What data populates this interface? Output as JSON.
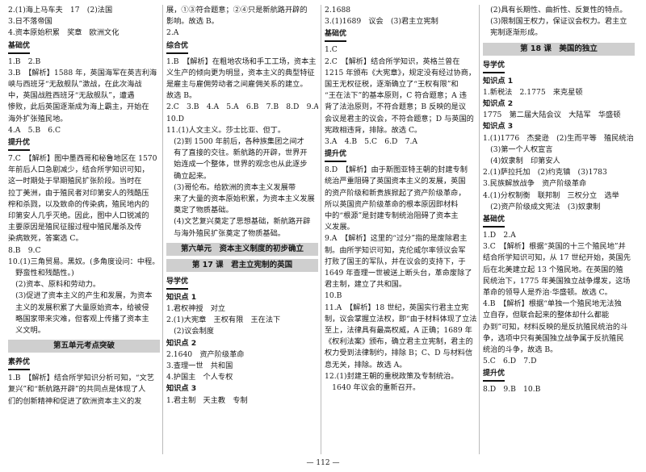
{
  "columns": [
    {
      "blocks": [
        {
          "type": "text",
          "lines": [
            "2.(1)海上马车夫　17　(2)法国",
            "3.日不落帝国",
            "4.资本原始积累　奖章　欧洲文化"
          ]
        },
        {
          "type": "tag",
          "text": "基础优"
        },
        {
          "type": "text",
          "lines": [
            "1.B　2.B",
            "3.B　【解析】1588 年，英国海军在英吉利海",
            "峡与西班牙“无敌舰队”激战，在此次海战",
            "中，英国战胜西班牙“无敌舰队”，遭遇",
            "惨败，此后英国逐渐成为海上霸主，开始在",
            "海外扩张殖民地。",
            "4.A　5.B　6.C"
          ]
        },
        {
          "type": "tag",
          "text": "提升优"
        },
        {
          "type": "text",
          "lines": [
            "7.C　【解析】图中墨西哥和秘鲁地区在 1570",
            "年前后人口急剧减少，结合所学知识可知，",
            "这一时期处于早期殖民扩张阶段。当时在",
            "拉丁美洲，由于殖民者对印第安人的残酷压",
            "榨和杀戮，以及致命的传染病，殖民地内的",
            "印第安人几乎灭绝。因此，图中人口锐减的",
            "主要原因是殖民征服过程中殖民屠杀及传",
            "染病致死，答案选 C。",
            "8.B　9.C",
            "10.(1)三角贸易。黑奴。(多角度设问：中程。",
            "　野蛮性和残酷性。)",
            "　(2)资本、原料和劳动力。",
            "　(3)促进了资本主义的产生和发展，为资本",
            "　主义的发展积累了大量原始资本，给被侵",
            "　略国家带来灾难，但客观上传播了资本主",
            "　义文明。"
          ]
        },
        {
          "type": "band",
          "text": "第五单元考点突破"
        },
        {
          "type": "tag",
          "text": "素养优"
        },
        {
          "type": "text",
          "lines": [
            "1.B　【解析】结合所学知识分析可知，“文艺",
            "复兴”和“新航路开辟”的共同点是体现了人",
            "们的创新精神和促进了欧洲资本主义的发"
          ]
        }
      ]
    },
    {
      "blocks": [
        {
          "type": "text",
          "lines": [
            "展，①③符合题意；②④只是新航路开辟的",
            "影响。故选 B。",
            "2.A"
          ]
        },
        {
          "type": "tag",
          "text": "综合优"
        },
        {
          "type": "text",
          "lines": [
            "1.B　【解析】在粗地农场和手工工场，资本主",
            "义生产的倾向更为明显，资本主义的典型特征",
            "是雇主与雇佣劳动者之间雇佣关系的建立。",
            "故选 B。",
            "2.C　3.B　4.A　5.A　6.B　7.B　8.D　9.A",
            "10.D",
            "11.(1)人文主义。莎士比亚、但丁。",
            "　(2)到 1500 年前后，各种族集团之间才",
            "　有了直接的交往。新航路的开辟，世界开",
            "　始连成一个整体，世界的观念也从此逐步",
            "　确立起来。",
            "　(3)哥伦布。给欧洲的资本主义发展带",
            "　来了大量的资本原始积累，为资本主义发展",
            "　奠定了物质基础。",
            "　(4)文艺复兴奠定了思想基础，新航路开辟",
            "　与海外殖民扩张奠定了物质基础。"
          ]
        },
        {
          "type": "band",
          "text": "第六单元　资本主义制度的初步确立"
        },
        {
          "type": "dband",
          "text": "第 17 课　君主立宪制的英国"
        },
        {
          "type": "tag",
          "text": "导学优"
        },
        {
          "type": "kd",
          "text": "知识点 1"
        },
        {
          "type": "text",
          "lines": [
            "1.君权神授　对立",
            "2.(1)大宪章　王权有限　王在法下",
            "　(2)议会制度"
          ]
        },
        {
          "type": "kd",
          "text": "知识点 2"
        },
        {
          "type": "text",
          "lines": [
            "2.1640　资产阶级革命",
            "3.查理一世　共和国",
            "4.护国主　个人专权"
          ]
        },
        {
          "type": "kd",
          "text": "知识点 3"
        },
        {
          "type": "text",
          "lines": [
            "1.君主制　天主教　专制"
          ]
        }
      ]
    },
    {
      "blocks": [
        {
          "type": "text",
          "lines": [
            "2.1688",
            "3.(1)1689　议会　(3)君主立宪制"
          ]
        },
        {
          "type": "tag",
          "text": "基础优"
        },
        {
          "type": "text",
          "lines": [
            "1.C",
            "2.C　【解析】结合所学知识，英格兰曾在",
            "1215 年颁布《大宪章》，规定没有经过协商，",
            "国王无权征税，逐渐确立了“王权有限”和",
            "“王在法下”的基本原则，C 符合题意；A 违",
            "背了法治原则，不符合题意；B 反映的是议",
            "会议是君主的议会，不符合题意；D 与英国的",
            "宪政相违背，排除。故选 C。",
            "3.A　4.B　5.C　6.D　7.A"
          ]
        },
        {
          "type": "tag",
          "text": "提升优"
        },
        {
          "type": "text",
          "lines": [
            "8.D　【解析】由于斯图亚特王朝的封建专制",
            "统治严重阻碍了英国资本主义的发展，英国",
            "的资产阶级和新贵族掀起了资产阶级革命，",
            "所以英国资产阶级革命的根本原因即材料",
            "中的“根源”是封建专制统治阻碍了资本主",
            "义发展。",
            "9.A　【解析】这里的“过分”指的是废除君主",
            "制。由所学知识可知，克伦威尔率领议会军",
            "打败了国王的军队，并在议会的支持下，于",
            "1649 年查理一世被送上断头台，革命废除了",
            "君主制，建立了共和国。",
            "10.B",
            "11.A　【解析】18 世纪，英国实行君主立宪",
            "制，议会掌握立法权，即“由于材料体现了立法",
            "至上，法律具有最高权威，A 正确；1689 年",
            "《权利法案》颁布，确立君主立宪制，君主的",
            "权力受到法律制约，排除 B；C、D 与材料信",
            "息无关，排除。故选 A。",
            "12.(1)封建王朝的重税政策及专制统治。",
            "　1640 年议会的重新召开。"
          ]
        }
      ]
    },
    {
      "blocks": [
        {
          "type": "text",
          "lines": [
            "　(2)具有长期性、曲折性、反复性的特点。",
            "　(3)限制国王权力，保证议会权力。君主立",
            "　宪制逐渐形成。"
          ]
        },
        {
          "type": "dband",
          "text": "第 18 课　美国的独立"
        },
        {
          "type": "tag",
          "text": "导学优"
        },
        {
          "type": "kd",
          "text": "知识点 1"
        },
        {
          "type": "text",
          "lines": [
            "1.新税法　2.1775　来克星顿"
          ]
        },
        {
          "type": "kd",
          "text": "知识点 2"
        },
        {
          "type": "text",
          "lines": [
            "1775　第二届大陆会议　大陆军　华盛顿"
          ]
        },
        {
          "type": "kd",
          "text": "知识点 3"
        },
        {
          "type": "text",
          "lines": [
            "1.(1)1776　杰斐逊　(2)生而平等　殖民统治",
            "　(3)第一个人权宣言",
            "　(4)奴隶制　印第安人",
            "2.(1)萨拉托加　(2)约克镇　(3)1783",
            "3.民族解放战争　资产阶级革命",
            "4.(1)分权制衡　联邦制　三权分立　选举",
            "　(2)资产阶级成文宪法　(3)奴隶制"
          ]
        },
        {
          "type": "tag",
          "text": "基础优"
        },
        {
          "type": "text",
          "lines": [
            "1.D　2.A",
            "3.C　【解析】根据“英国的十三个殖民地”并",
            "结合所学知识可知，从 17 世纪开始，英国先",
            "后在北美建立起 13 个殖民地。在英国的殖",
            "民统治下，1775 年美国独立战争爆发，这场",
            "革命的领导人是乔治·华盛顿。故选 C。",
            "4.B　【解析】根据“单独一个殖民地无法独",
            "立自存，但联合起来的整体却什么都能",
            "办到”可知，材料反映的是反抗殖民统治的斗",
            "争，选项中只有美国独立战争属于反抗殖民",
            "统治的斗争，故选 B。",
            "5.C　6.D　7.D"
          ]
        },
        {
          "type": "tag",
          "text": "提升优"
        },
        {
          "type": "text",
          "lines": [
            "8.D　9.B　10.B"
          ]
        }
      ]
    }
  ],
  "page_number": "— 112 —"
}
